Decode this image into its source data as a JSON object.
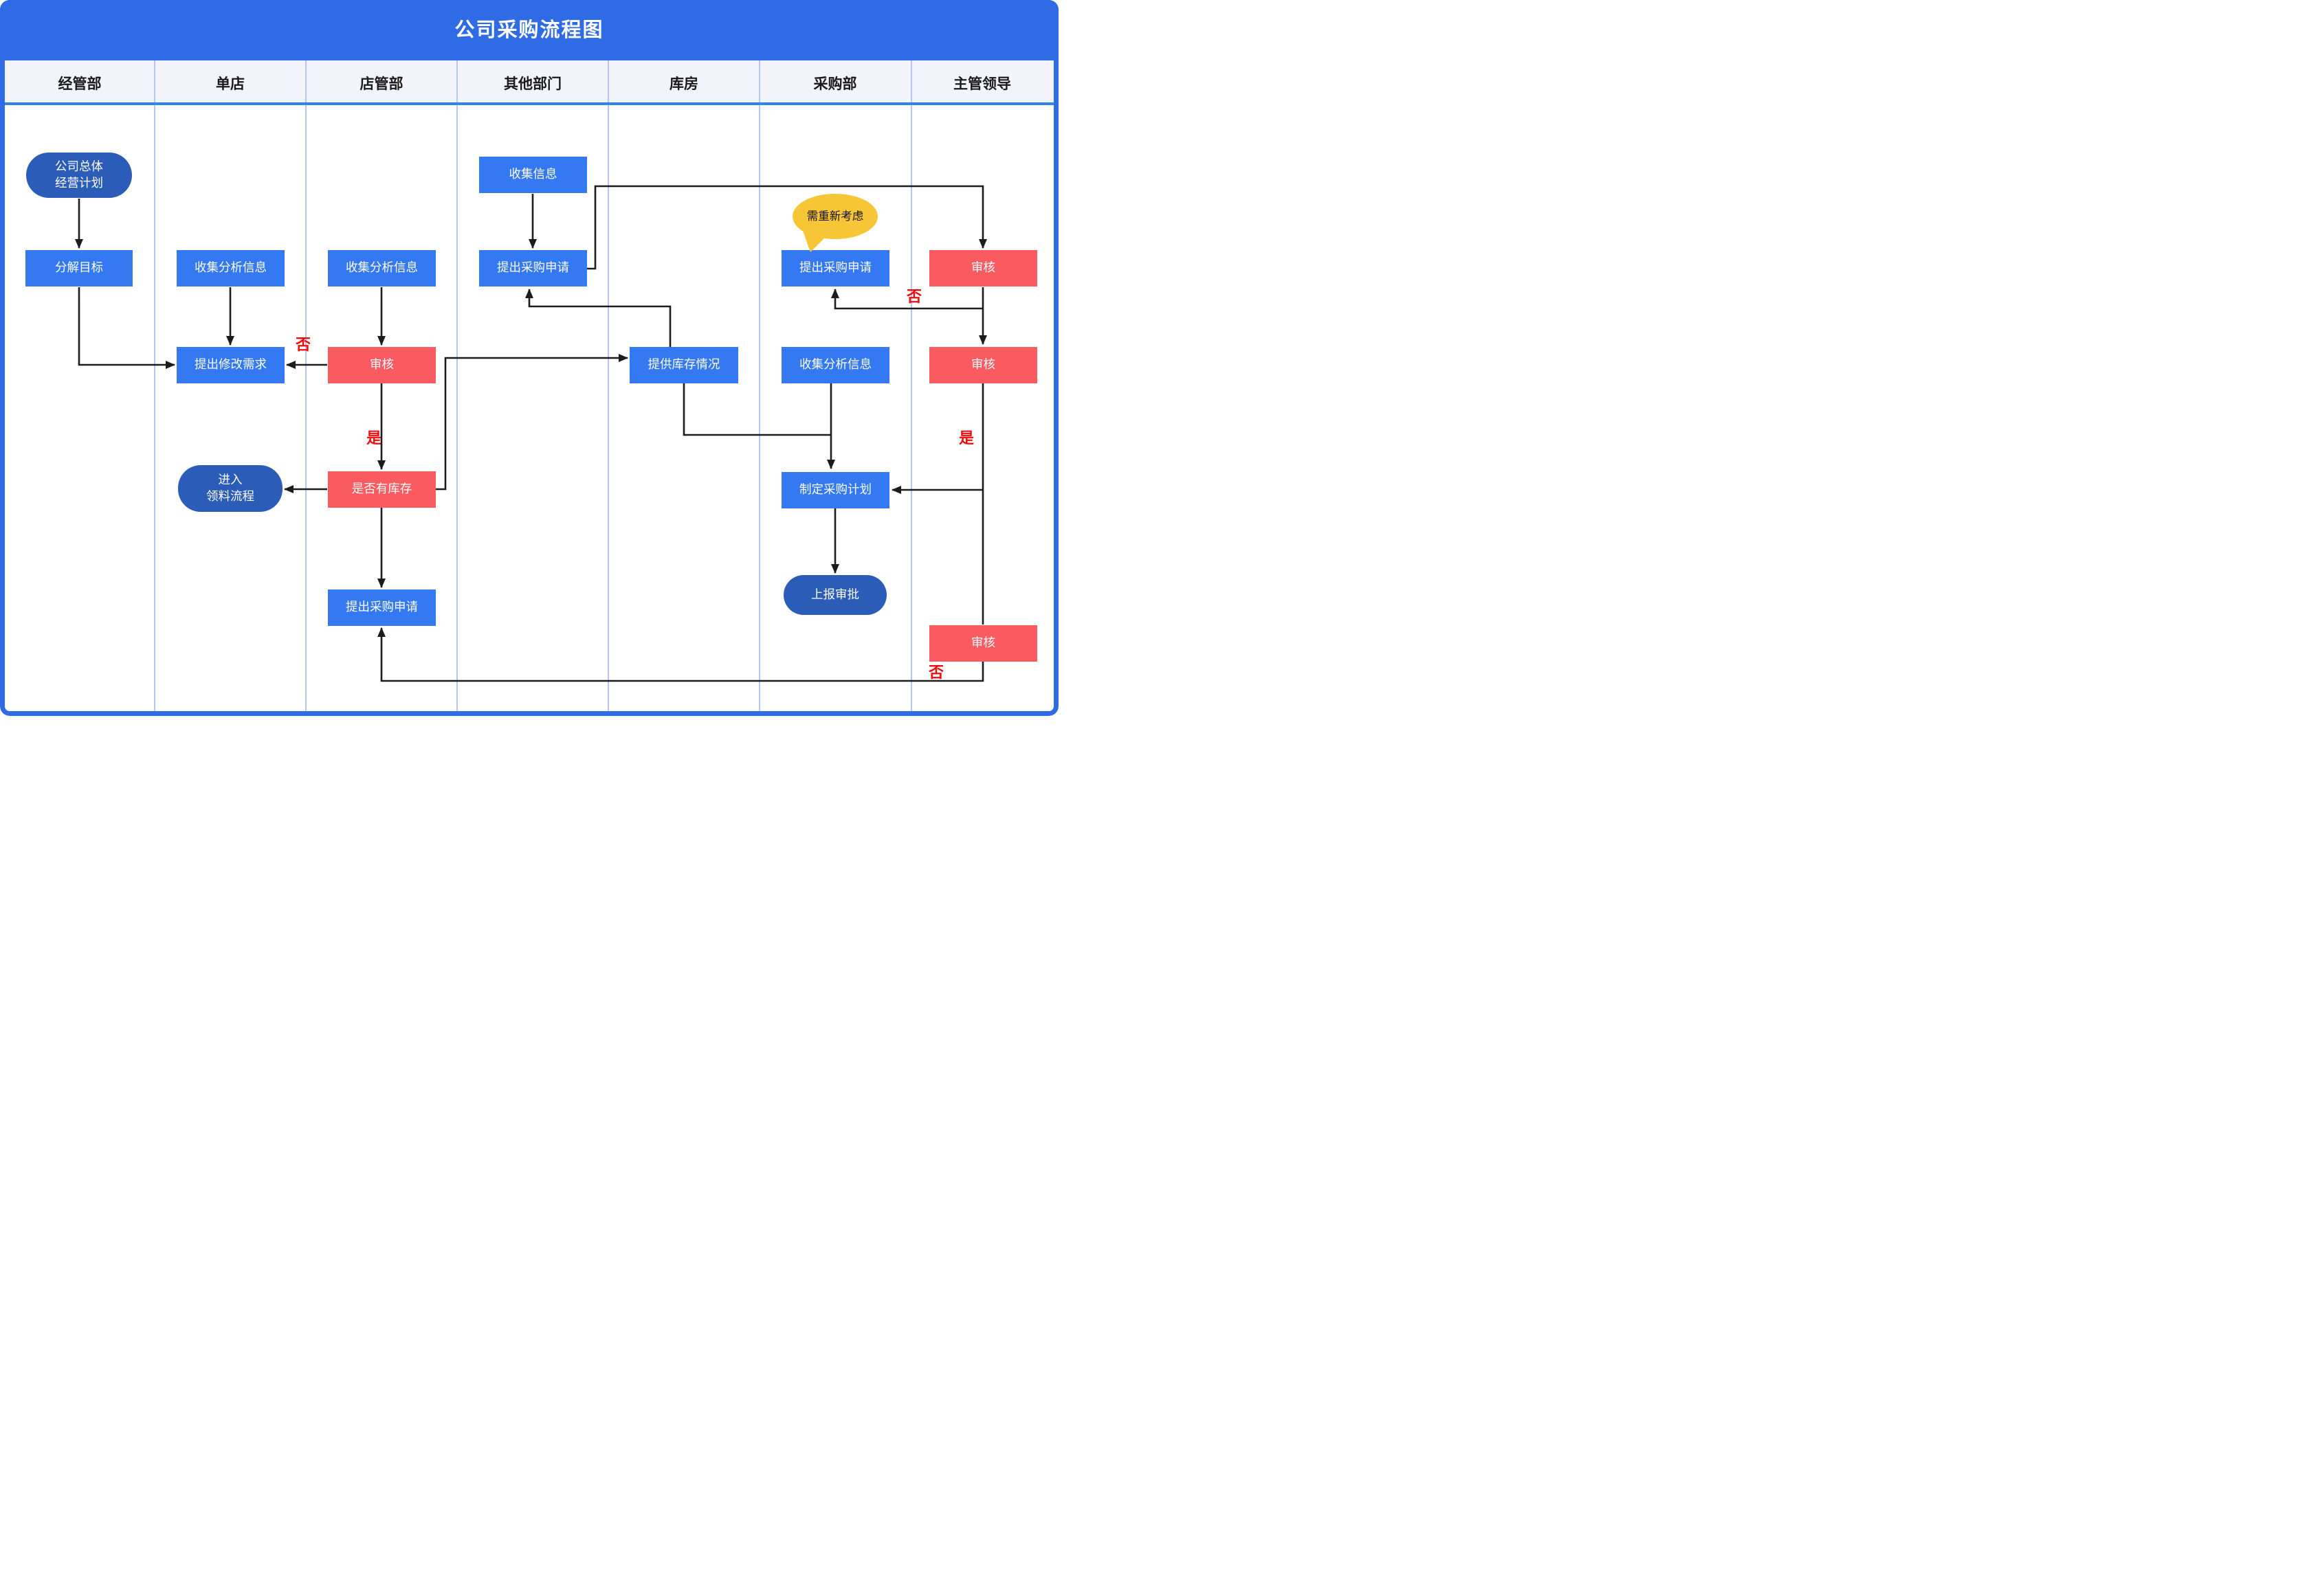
{
  "title": "公司采购流程图",
  "lanes": [
    {
      "label": "经管部"
    },
    {
      "label": "单店"
    },
    {
      "label": "店管部"
    },
    {
      "label": "其他部门"
    },
    {
      "label": "库房"
    },
    {
      "label": "采购部"
    },
    {
      "label": "主管领导"
    }
  ],
  "nodes": {
    "start": "公司总体\n经营计划",
    "decompose": "分解目标",
    "collect_store": "收集分析信息",
    "revise": "提出修改需求",
    "collect_dept": "收集分析信息",
    "review_dept": "审核",
    "has_stock": "是否有库存",
    "request_dept": "提出采购申请",
    "picking": "进入\n领料流程",
    "collect_other": "收集信息",
    "request_other": "提出采购申请",
    "stock_info": "提供库存情况",
    "callout": "需重新考虑",
    "request_purch": "提出采购申请",
    "collect_purch": "收集分析信息",
    "plan": "制定采购计划",
    "submit": "上报审批",
    "review1": "审核",
    "review2": "审核",
    "review3": "审核"
  },
  "branch_labels": {
    "yes": "是",
    "no": "否"
  },
  "colors": {
    "accent_blue": "#2e6be4",
    "process_blue": "#3479f1",
    "review_red": "#f95b60",
    "terminal_blue": "#2b5cb8",
    "callout_yellow": "#f7c636",
    "branch_label_red": "#ee0c0c",
    "header_bg": "#f3f4fb",
    "divider": "#b9c5f1"
  }
}
